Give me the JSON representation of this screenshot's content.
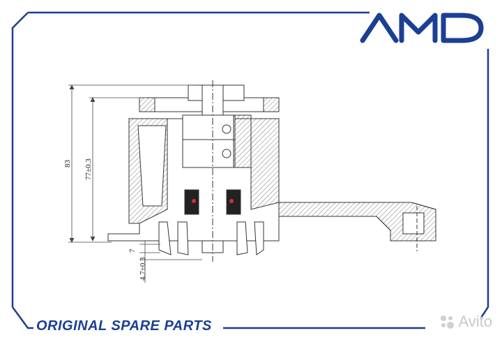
{
  "brand": {
    "logo_text": "AMD",
    "color": "#1b3f93"
  },
  "footer": {
    "tagline": "ORIGINAL SPARE PARTS"
  },
  "watermark": {
    "text": "Avito"
  },
  "dimensions": {
    "d83": "83",
    "d77": "77±0.3",
    "d7": "7",
    "d47": "4.7±0.3"
  }
}
